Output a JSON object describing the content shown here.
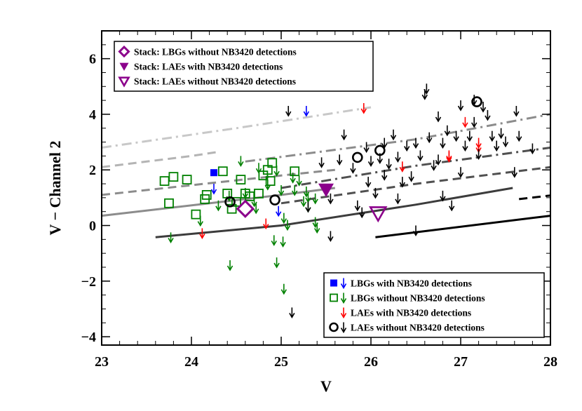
{
  "chart_data": {
    "type": "scatter",
    "xlabel": "V",
    "ylabel": "V − Channel 2",
    "xlim": [
      23,
      28
    ],
    "ylim": [
      -4.3,
      7.0
    ],
    "xticks": [
      "23",
      "24",
      "25",
      "26",
      "27",
      "28"
    ],
    "yticks": [
      "−4",
      "−2",
      "0",
      "2",
      "4",
      "6"
    ],
    "grid": false,
    "legend_top": {
      "placement": "top-left",
      "entries": [
        {
          "label": "Stack: LBGs without NB3420 detections",
          "marker": "diamond-open",
          "color": "#8b008b"
        },
        {
          "label": "Stack: LAEs with NB3420 detections",
          "marker": "triangle-down-filled",
          "color": "#8b008b"
        },
        {
          "label": "Stack: LAEs without NB3420 detections",
          "marker": "triangle-down-open",
          "color": "#8b008b"
        }
      ]
    },
    "legend_bottom": {
      "placement": "bottom-right",
      "entries": [
        {
          "label": "LBGs with NB3420 detections",
          "marker": "square-filled",
          "color": "#0000ff"
        },
        {
          "label": "LBGs without NB3420 detections",
          "marker": "square-open",
          "color": "#008000"
        },
        {
          "label": "LAEs with NB3420 detections",
          "marker": "none",
          "color": "#ff0000"
        },
        {
          "label": "LAEs without NB3420 detections",
          "marker": "circle-open",
          "color": "#000000"
        }
      ]
    },
    "series": [
      {
        "name": "LBGs with NB3420 detections",
        "color": "#0000ff",
        "points": [
          [
            24.25,
            1.9
          ]
        ],
        "limits": [
          [
            24.25,
            1.35
          ],
          [
            25.28,
            4.15
          ],
          [
            24.97,
            0.55
          ]
        ]
      },
      {
        "name": "LBGs without NB3420 detections",
        "color": "#008000",
        "points": [
          [
            23.7,
            1.6
          ],
          [
            23.75,
            0.8
          ],
          [
            23.8,
            1.75
          ],
          [
            23.95,
            1.65
          ],
          [
            24.05,
            0.4
          ],
          [
            24.15,
            0.95
          ],
          [
            24.17,
            1.1
          ],
          [
            24.35,
            1.95
          ],
          [
            24.4,
            1.15
          ],
          [
            24.45,
            0.6
          ],
          [
            24.5,
            0.85
          ],
          [
            24.55,
            1.65
          ],
          [
            24.6,
            1.15
          ],
          [
            24.65,
            1.05
          ],
          [
            24.75,
            1.15
          ],
          [
            24.8,
            1.8
          ],
          [
            24.85,
            2.0
          ],
          [
            24.88,
            1.6
          ],
          [
            24.9,
            2.25
          ],
          [
            25.15,
            1.95
          ]
        ],
        "limits": [
          [
            24.1,
            0.2
          ],
          [
            24.3,
            0.75
          ],
          [
            24.42,
            1.1
          ],
          [
            24.55,
            2.35
          ],
          [
            24.6,
            1.2
          ],
          [
            24.7,
            0.9
          ],
          [
            24.75,
            2.1
          ],
          [
            24.85,
            1.5
          ],
          [
            24.95,
            2.0
          ],
          [
            25.0,
            1.3
          ],
          [
            25.03,
            0.3
          ],
          [
            25.07,
            0.05
          ],
          [
            25.15,
            1.3
          ],
          [
            25.2,
            1.65
          ],
          [
            25.25,
            0.9
          ],
          [
            25.3,
            0.7
          ],
          [
            25.38,
            0.15
          ],
          [
            25.38,
            1.0
          ],
          [
            25.28,
            1.25
          ],
          [
            23.77,
            -0.4
          ],
          [
            24.43,
            -1.4
          ],
          [
            24.95,
            -1.3
          ],
          [
            25.03,
            -2.25
          ],
          [
            24.92,
            -0.5
          ],
          [
            25.02,
            -0.55
          ],
          [
            25.4,
            -0.05
          ],
          [
            25.3,
            1.05
          ],
          [
            24.72,
            0.65
          ],
          [
            25.13,
            1.75
          ]
        ]
      },
      {
        "name": "LAEs with NB3420 detections",
        "color": "#ff0000",
        "points": [],
        "limits": [
          [
            24.12,
            -0.25
          ],
          [
            24.83,
            0.1
          ],
          [
            25.92,
            4.25
          ],
          [
            26.35,
            2.15
          ],
          [
            26.87,
            2.5
          ],
          [
            26.87,
            2.55
          ],
          [
            27.05,
            3.75
          ],
          [
            27.2,
            3.0
          ],
          [
            27.2,
            2.85
          ]
        ]
      },
      {
        "name": "LAEs without NB3420 detections",
        "color": "#000000",
        "points": [
          [
            24.43,
            0.85
          ],
          [
            24.93,
            0.92
          ],
          [
            25.85,
            2.45
          ],
          [
            26.1,
            2.7
          ],
          [
            27.18,
            4.45
          ]
        ],
        "limits": [
          [
            25.08,
            4.15
          ],
          [
            25.12,
            -3.1
          ],
          [
            25.3,
            0.7
          ],
          [
            25.45,
            2.3
          ],
          [
            25.55,
            1.0
          ],
          [
            25.55,
            -0.35
          ],
          [
            25.65,
            2.4
          ],
          [
            25.7,
            3.3
          ],
          [
            25.8,
            2.1
          ],
          [
            25.85,
            0.75
          ],
          [
            25.9,
            0.5
          ],
          [
            25.95,
            2.85
          ],
          [
            25.97,
            1.6
          ],
          [
            26.0,
            2.35
          ],
          [
            26.05,
            1.2
          ],
          [
            26.1,
            2.45
          ],
          [
            26.15,
            3.0
          ],
          [
            26.15,
            1.85
          ],
          [
            26.2,
            2.25
          ],
          [
            26.25,
            3.3
          ],
          [
            26.3,
            2.5
          ],
          [
            26.3,
            1.0
          ],
          [
            26.35,
            1.6
          ],
          [
            26.4,
            2.9
          ],
          [
            26.45,
            1.8
          ],
          [
            26.5,
            3.0
          ],
          [
            26.55,
            2.55
          ],
          [
            26.5,
            -0.15
          ],
          [
            26.6,
            4.75
          ],
          [
            26.65,
            3.2
          ],
          [
            26.7,
            2.2
          ],
          [
            26.75,
            2.4
          ],
          [
            26.75,
            3.95
          ],
          [
            26.8,
            1.1
          ],
          [
            26.8,
            3.0
          ],
          [
            26.85,
            3.45
          ],
          [
            26.9,
            0.75
          ],
          [
            26.95,
            3.25
          ],
          [
            27.0,
            1.95
          ],
          [
            27.05,
            2.9
          ],
          [
            27.1,
            3.25
          ],
          [
            27.15,
            3.75
          ],
          [
            27.2,
            2.6
          ],
          [
            27.25,
            4.3
          ],
          [
            27.3,
            4.0
          ],
          [
            27.35,
            3.25
          ],
          [
            27.4,
            2.9
          ],
          [
            27.45,
            3.35
          ],
          [
            27.5,
            3.05
          ],
          [
            27.6,
            1.95
          ],
          [
            27.62,
            4.15
          ],
          [
            27.65,
            3.25
          ],
          [
            27.8,
            2.8
          ],
          [
            26.62,
            4.95
          ],
          [
            27.0,
            4.35
          ],
          [
            27.15,
            4.55
          ]
        ]
      },
      {
        "name": "Stack: LBGs without NB3420 detections",
        "color": "#8b008b",
        "points": [
          [
            24.6,
            0.6
          ]
        ]
      },
      {
        "name": "Stack: LAEs with NB3420 detections",
        "color": "#8b008b",
        "points": [
          [
            25.5,
            1.3
          ]
        ]
      },
      {
        "name": "Stack: LAEs without NB3420 detections",
        "color": "#8b008b",
        "points": [
          [
            26.08,
            0.45
          ]
        ]
      }
    ],
    "model_lines": [
      {
        "style": "solid",
        "color": "#000000",
        "points": [
          [
            26.05,
            -0.42
          ],
          [
            28.0,
            0.35
          ]
        ]
      },
      {
        "style": "dashed",
        "color": "#000000",
        "points": [
          [
            27.65,
            0.95
          ],
          [
            28.0,
            1.08
          ]
        ]
      },
      {
        "style": "solid",
        "color": "#3c3c3c",
        "points": [
          [
            23.6,
            -0.42
          ],
          [
            25.0,
            0.0
          ],
          [
            26.5,
            0.75
          ],
          [
            27.58,
            1.35
          ]
        ]
      },
      {
        "style": "solid",
        "color": "#8c8c8c",
        "points": [
          [
            23.0,
            0.35
          ],
          [
            25.0,
            1.1
          ],
          [
            25.6,
            1.35
          ]
        ]
      },
      {
        "style": "dashed",
        "color": "#505050",
        "points": [
          [
            25.0,
            0.8
          ],
          [
            26.5,
            1.5
          ],
          [
            28.0,
            2.1
          ]
        ]
      },
      {
        "style": "dashed",
        "color": "#8c8c8c",
        "points": [
          [
            23.0,
            1.1
          ],
          [
            25.0,
            1.8
          ],
          [
            25.6,
            2.0
          ]
        ]
      },
      {
        "style": "dash-dot",
        "color": "#505050",
        "points": [
          [
            25.0,
            1.35
          ],
          [
            26.5,
            2.15
          ],
          [
            28.0,
            2.8
          ]
        ]
      },
      {
        "style": "dashed",
        "color": "#b4b4b4",
        "points": [
          [
            23.0,
            2.1
          ],
          [
            24.0,
            2.5
          ],
          [
            24.3,
            2.65
          ]
        ]
      },
      {
        "style": "dash-dot",
        "color": "#8c8c8c",
        "points": [
          [
            24.6,
            2.3
          ],
          [
            26.5,
            3.1
          ],
          [
            28.0,
            4.0
          ]
        ]
      },
      {
        "style": "dash-dot",
        "color": "#c8c8c8",
        "points": [
          [
            23.0,
            2.8
          ],
          [
            24.5,
            3.5
          ],
          [
            26.0,
            4.25
          ]
        ]
      }
    ]
  }
}
